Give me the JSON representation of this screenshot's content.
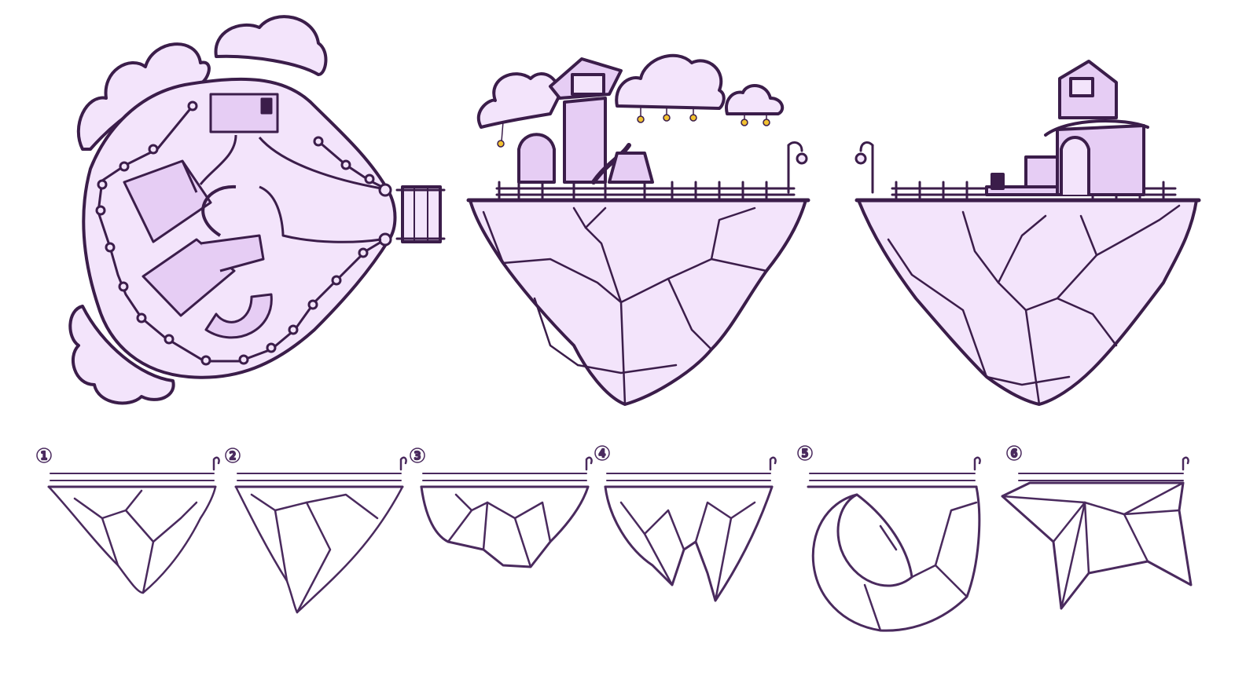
{
  "palette": {
    "ink": "#3b1d4a",
    "fill": "#f3e4fb",
    "fill_dark": "#e6cdf4",
    "sketch": "#4a2a5e",
    "star": "#f2c230"
  },
  "concepts": {
    "labels": [
      "1",
      "2",
      "3",
      "4",
      "5",
      "6"
    ]
  }
}
